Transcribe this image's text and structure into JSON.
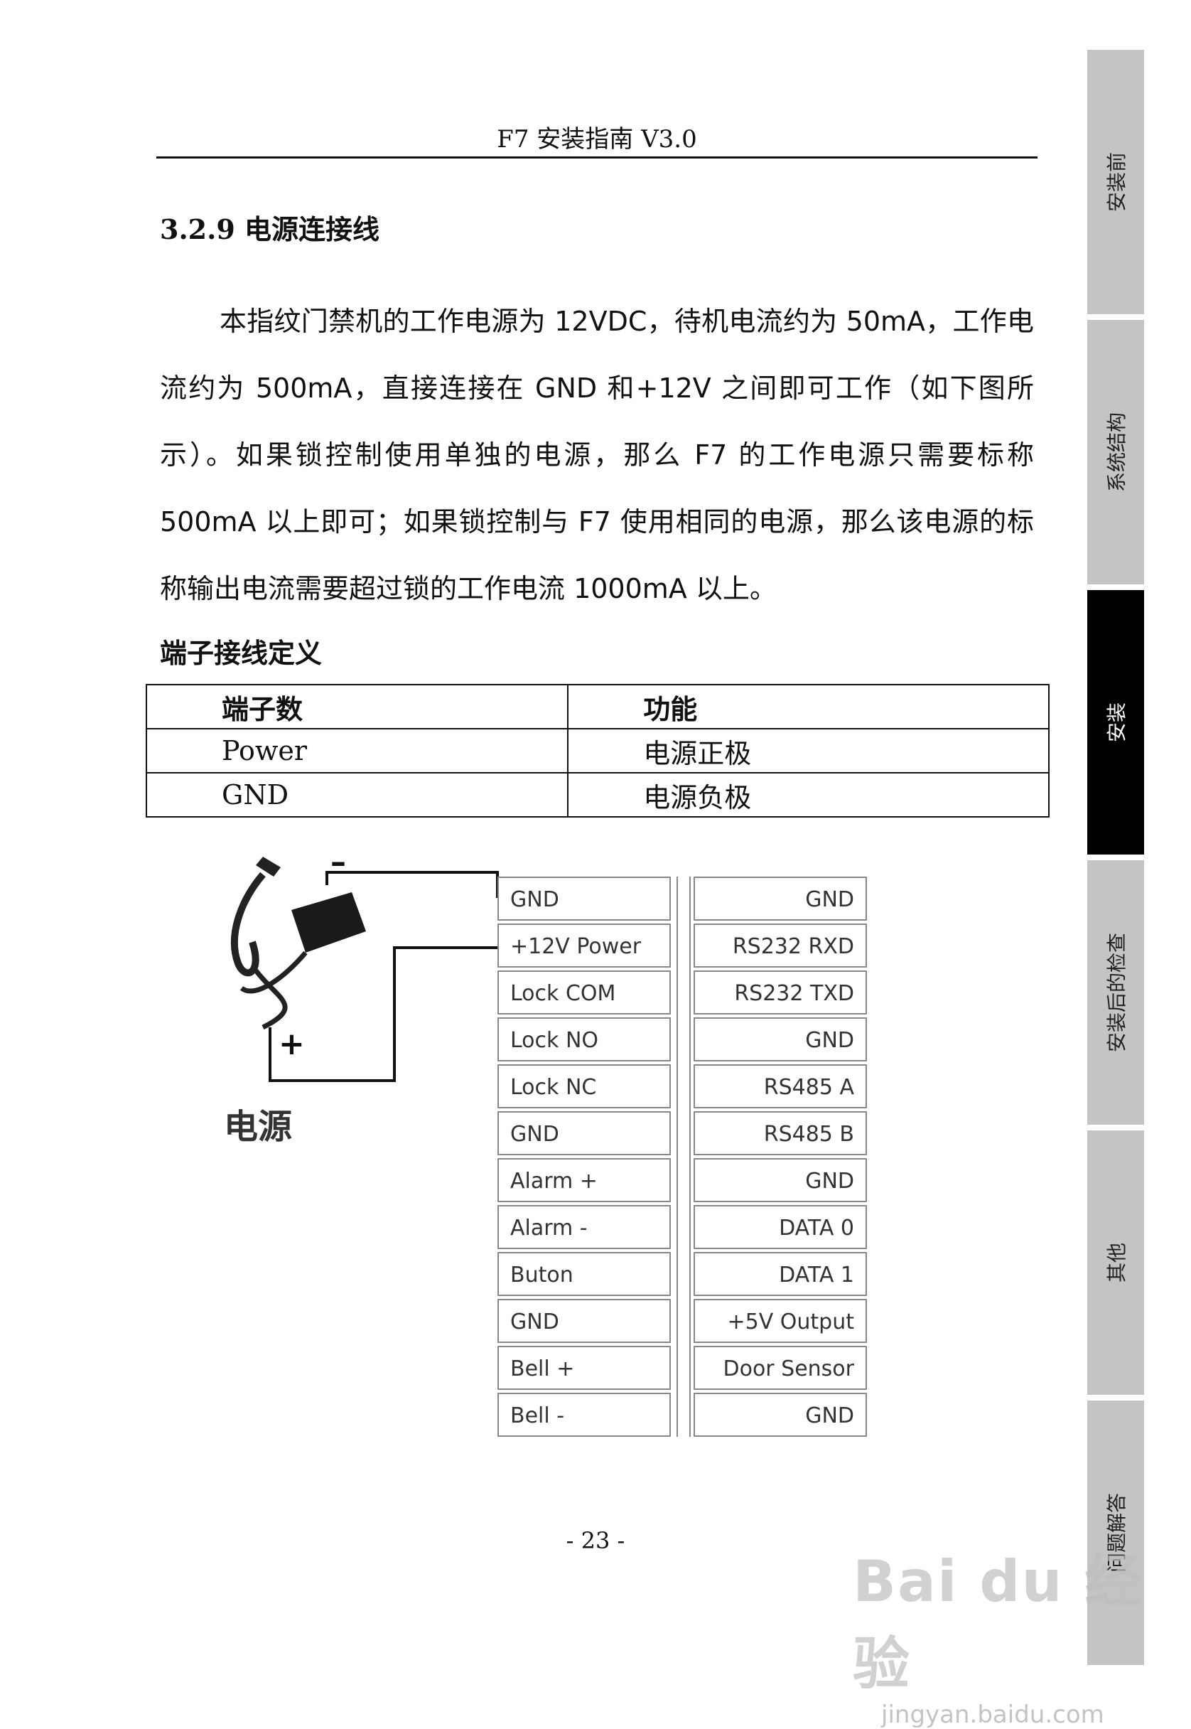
{
  "header": {
    "title": "F7 安装指南 V3.0"
  },
  "section": {
    "title": "3.2.9 电源连接线"
  },
  "body": {
    "paragraph": "本指纹门禁机的工作电源为 12VDC，待机电流约为 50mA，工作电流约为 500mA，直接连接在 GND 和+12V 之间即可工作（如下图所示）。如果锁控制使用单独的电源，那么 F7 的工作电源只需要标称 500mA 以上即可；如果锁控制与 F7 使用相同的电源，那么该电源的标称输出电流需要超过锁的工作电流 1000mA 以上。"
  },
  "table": {
    "caption": "端子接线定义",
    "headers": [
      "端子数",
      "功能"
    ],
    "rows": [
      [
        "Power",
        "电源正极"
      ],
      [
        "GND",
        "电源负极"
      ]
    ]
  },
  "diagram": {
    "power_label": "电源",
    "minus_label": "–",
    "plus_label": "+",
    "left_terminals": [
      "GND",
      "+12V Power",
      "Lock COM",
      "Lock NO",
      "Lock NC",
      "GND",
      "Alarm +",
      "Alarm -",
      "Buton",
      "GND",
      "Bell +",
      "Bell -"
    ],
    "right_terminals": [
      "GND",
      "RS232 RXD",
      "RS232 TXD",
      "GND",
      "RS485 A",
      "RS485 B",
      "GND",
      "DATA 0",
      "DATA 1",
      "+5V Output",
      "Door Sensor",
      "GND"
    ]
  },
  "side_tabs": [
    {
      "label": "安装前",
      "active": false
    },
    {
      "label": "系统结构",
      "active": false
    },
    {
      "label": "安装",
      "active": true
    },
    {
      "label": "安装后的检查",
      "active": false
    },
    {
      "label": "其他",
      "active": false
    },
    {
      "label": "问题解答",
      "active": false
    }
  ],
  "footer": {
    "page_number": "- 23 -"
  },
  "watermark": {
    "brand": "Bai du 经验",
    "url": "jingyan.baidu.com"
  },
  "colors": {
    "active_tab": "#000000",
    "inactive_tab": "#c4c4c4",
    "rule": "#111111"
  }
}
